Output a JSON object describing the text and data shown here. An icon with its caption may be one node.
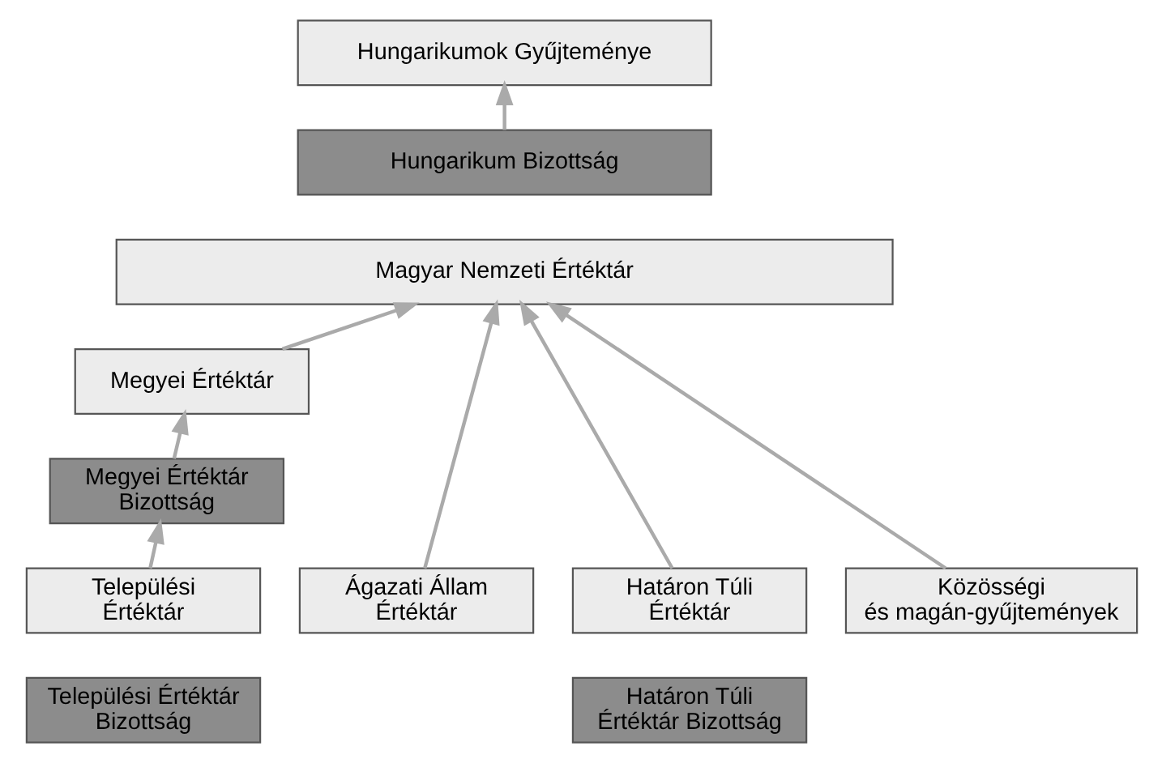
{
  "diagram": {
    "nodes": [
      {
        "text": [
          "Hungarikumok Gyűjteménye"
        ]
      },
      {
        "text": [
          "Hungarikum Bizottság"
        ]
      },
      {
        "text": [
          "Magyar Nemzeti Értéktár"
        ]
      },
      {
        "text": [
          "Megyei Értéktár"
        ]
      },
      {
        "text": [
          "Megyei Értéktár Bizottság"
        ]
      },
      {
        "text": [
          "Települési Értéktár"
        ]
      },
      {
        "text": [
          "Ágazati Állam Értéktár"
        ]
      },
      {
        "text": [
          "Határon Túli Értéktár"
        ]
      },
      {
        "text": [
          "Közösségi és magán-gyűjtemények"
        ]
      },
      {
        "text": [
          "Települési Értéktár Bizottság"
        ]
      },
      {
        "text": [
          "Határon Túli Értéktár Bizottság"
        ]
      }
    ],
    "edges": [
      {
        "from": 1,
        "to": 0,
        "arrow": "to"
      },
      {
        "from": 5,
        "to": 4,
        "arrow": "to"
      },
      {
        "from": 4,
        "to": 3,
        "arrow": "to"
      },
      {
        "from": 3,
        "to": 2,
        "arrow": "to"
      },
      {
        "from": 6,
        "to": 2,
        "arrow": "to"
      },
      {
        "from": 7,
        "to": 2,
        "arrow": "to"
      },
      {
        "from": 8,
        "to": 2,
        "arrow": "to"
      }
    ]
  }
}
